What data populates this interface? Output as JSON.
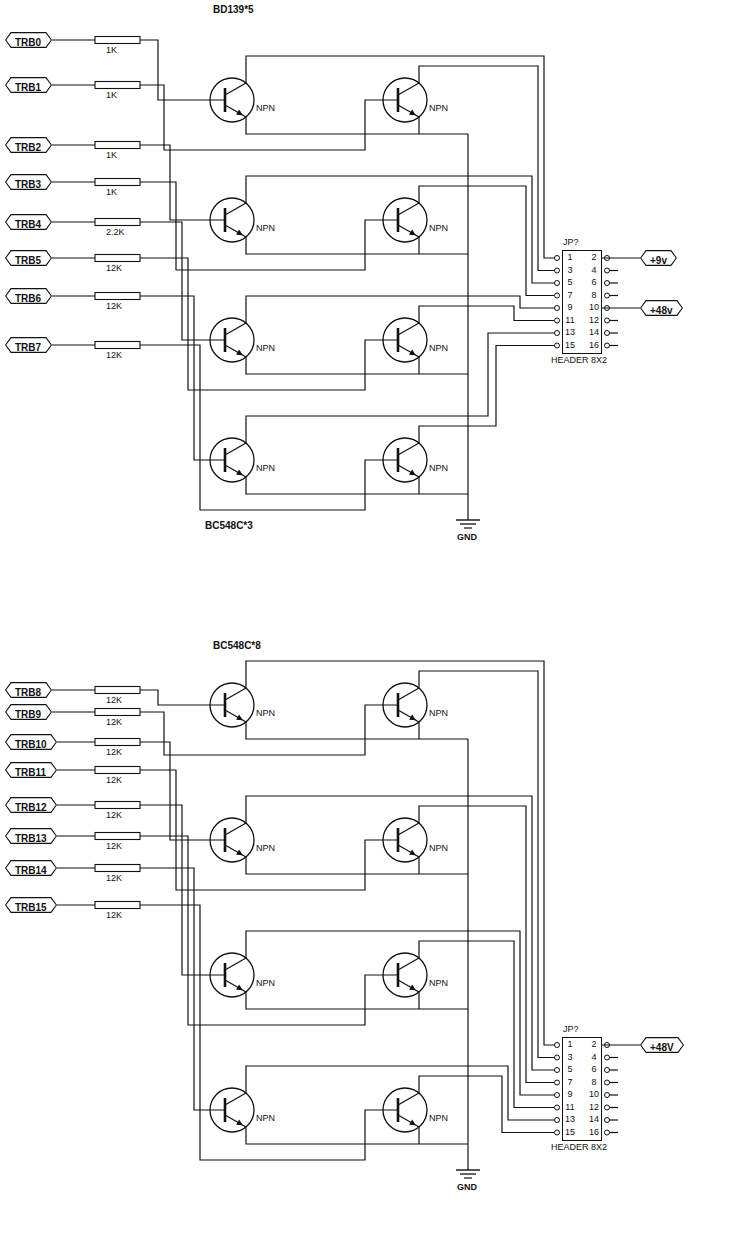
{
  "diagram": {
    "nodes": [
      {
        "text": [
          "TRB0"
        ]
      },
      {
        "text": [
          "TRB1"
        ]
      },
      {
        "text": [
          "TRB2"
        ]
      },
      {
        "text": [
          "TRB3"
        ]
      },
      {
        "text": [
          "TRB4"
        ]
      },
      {
        "text": [
          "TRB5"
        ]
      },
      {
        "text": [
          "TRB6"
        ]
      },
      {
        "text": [
          "TRB7"
        ]
      },
      {
        "text": [
          "JP?",
          "HEADER 8X2"
        ]
      },
      {
        "text": [
          "+9v"
        ]
      },
      {
        "text": [
          "+48v"
        ]
      },
      {
        "text": [
          "TRB8"
        ]
      },
      {
        "text": [
          "TRB9"
        ]
      },
      {
        "text": [
          "TRB10"
        ]
      },
      {
        "text": [
          "TRB11"
        ]
      },
      {
        "text": [
          "TRB12"
        ]
      },
      {
        "text": [
          "TRB13"
        ]
      },
      {
        "text": [
          "TRB14"
        ]
      },
      {
        "text": [
          "TRB15"
        ]
      },
      {
        "text": [
          "JP?",
          "HEADER 8X2"
        ]
      },
      {
        "text": [
          "+48V"
        ]
      }
    ],
    "edges": [
      {
        "from": 8,
        "to": 9,
        "arrow": "none"
      },
      {
        "from": 8,
        "to": 10,
        "arrow": "none"
      },
      {
        "from": 19,
        "to": 20,
        "arrow": "none"
      }
    ],
    "labels": [
      "BD139*5",
      "1K",
      "1K",
      "1K",
      "1K",
      "2.2K",
      "12K",
      "12K",
      "12K",
      "NPN",
      "NPN",
      "NPN",
      "NPN",
      "NPN",
      "NPN",
      "NPN",
      "NPN",
      "BC548C*3",
      "GND",
      "1",
      "2",
      "3",
      "4",
      "5",
      "6",
      "7",
      "8",
      "9",
      "10",
      "11",
      "12",
      "13",
      "14",
      "15",
      "16",
      "BC548C*8",
      "12K",
      "12K",
      "12K",
      "12K",
      "12K",
      "12K",
      "12K",
      "12K",
      "NPN",
      "NPN",
      "NPN",
      "NPN",
      "NPN",
      "NPN",
      "NPN",
      "NPN",
      "GND",
      "1",
      "2",
      "3",
      "4",
      "5",
      "6",
      "7",
      "8",
      "9",
      "10",
      "11",
      "12",
      "13",
      "14",
      "15",
      "16"
    ]
  }
}
